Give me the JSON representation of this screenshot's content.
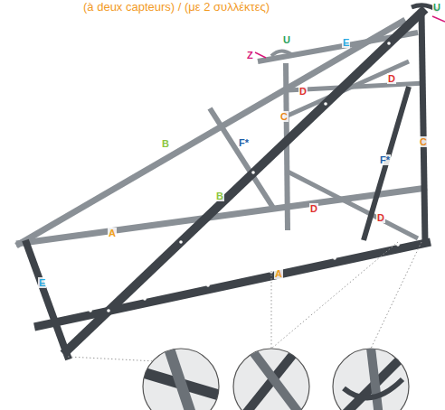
{
  "diagram": {
    "title": "(à deux capteurs) / (με 2 συλλέκτες)",
    "labels": [
      "U",
      "U",
      "E",
      "Z",
      "D",
      "D",
      "C",
      "F*",
      "B",
      "F*",
      "C",
      "B",
      "D",
      "D",
      "A",
      "A",
      "E"
    ]
  }
}
